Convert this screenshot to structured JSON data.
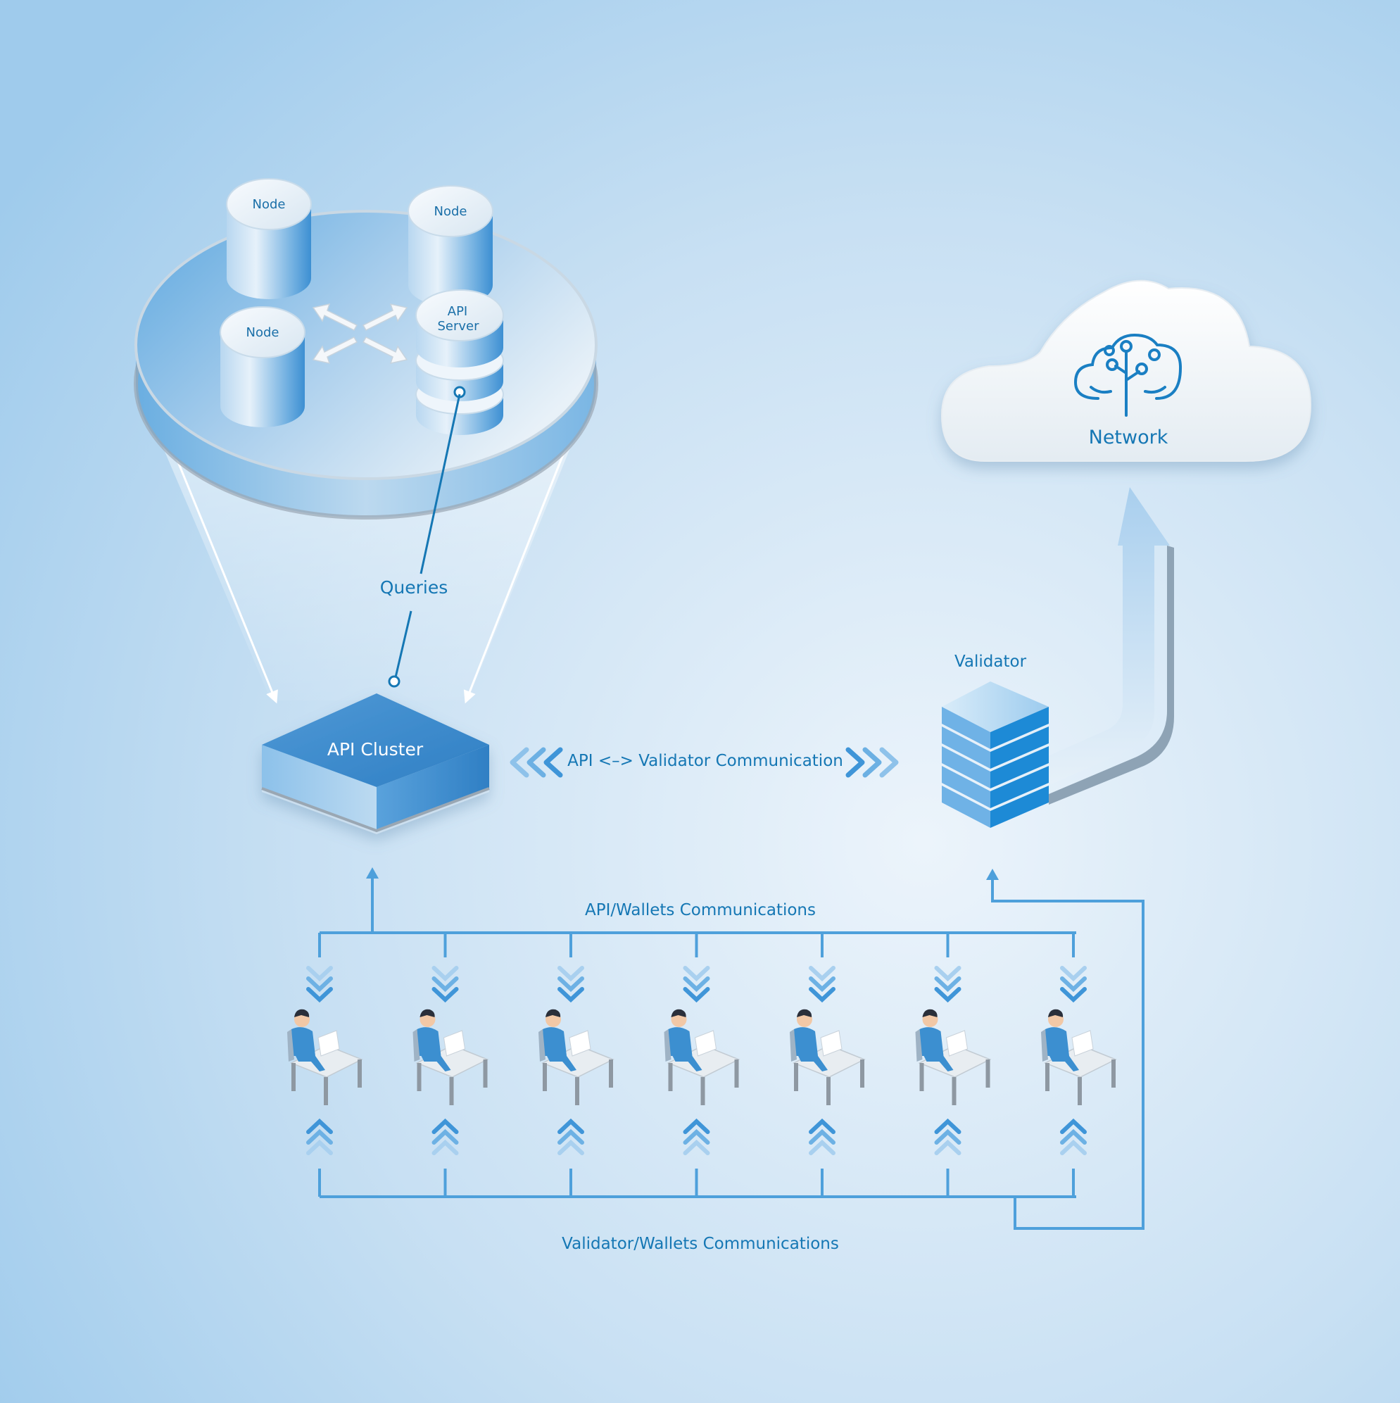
{
  "cluster": {
    "nodes": [
      "Node",
      "Node",
      "Node"
    ],
    "api_server": [
      "API",
      "Server"
    ],
    "queries_label": "Queries"
  },
  "api_cluster": {
    "label": "API Cluster"
  },
  "link_label": "API <–> Validator Communication",
  "validator": {
    "label": "Validator"
  },
  "network": {
    "label": "Network"
  },
  "api_wallets_label": "API/Wallets Communications",
  "validator_wallets_label": "Validator/Wallets Communications",
  "wallet_count": 7,
  "colors": {
    "primary_blue": "#1577b4",
    "line_blue": "#4ea0db",
    "background_light": "#e4f0fa"
  }
}
